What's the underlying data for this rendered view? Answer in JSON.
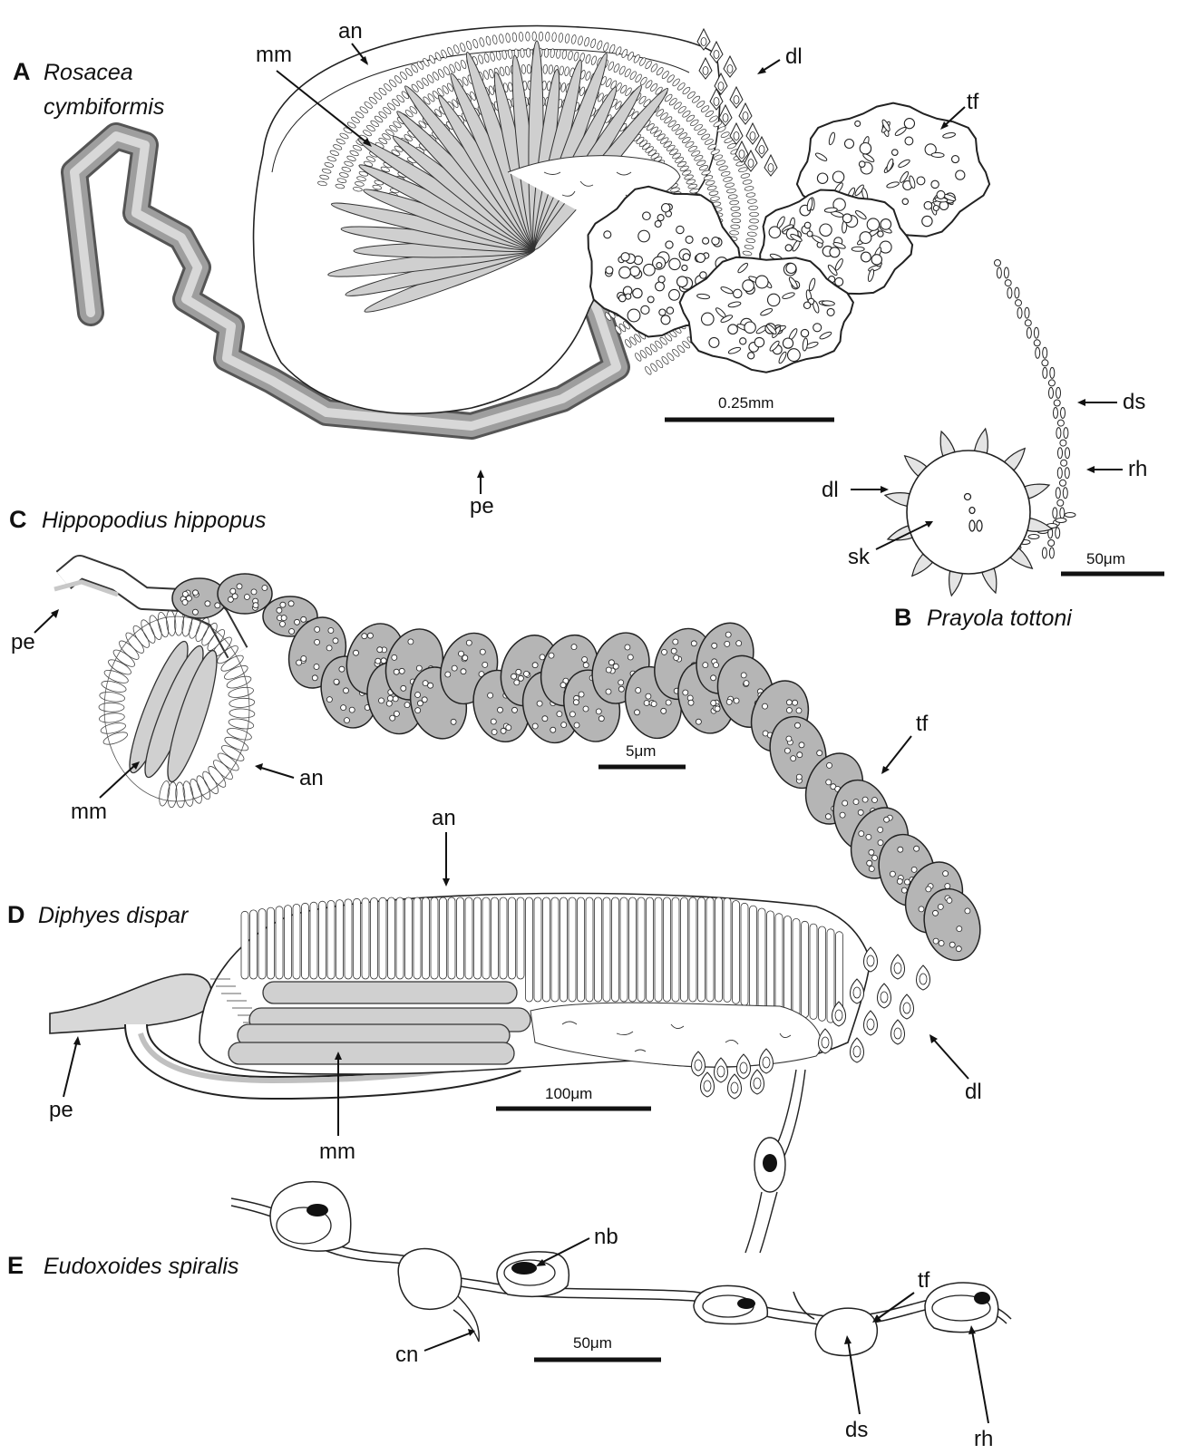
{
  "panels": [
    {
      "letter": "A",
      "species": "Rosacea",
      "species_line2": "cymbiformis"
    },
    {
      "letter": "B",
      "species": "Prayola tottoni"
    },
    {
      "letter": "C",
      "species": "Hippopodius hippopus"
    },
    {
      "letter": "D",
      "species": "Diphyes dispar"
    },
    {
      "letter": "E",
      "species": "Eudoxoides spiralis"
    }
  ],
  "labels": {
    "a_an": "an",
    "a_mm": "mm",
    "a_dl": "dl",
    "a_tf": "tf",
    "a_pe": "pe",
    "b_ds": "ds",
    "b_rh": "rh",
    "b_dl": "dl",
    "b_sk": "sk",
    "c_pe": "pe",
    "c_mm": "mm",
    "c_an": "an",
    "c_tf": "tf",
    "d_an": "an",
    "d_pe": "pe",
    "d_mm": "mm",
    "d_dl": "dl",
    "e_nb": "nb",
    "e_tf": "tf",
    "e_cn": "cn",
    "e_ds": "ds",
    "e_rh": "rh"
  },
  "scale_bars": {
    "a": "0.25mm",
    "b": "50μm",
    "c": "5μm",
    "d": "100μm",
    "e": "50μm"
  },
  "colors": {
    "ink": "#111111",
    "fill_light": "#d9d9d9",
    "fill_mid": "#a8a8a8",
    "fill_dark": "#8a8a8a"
  }
}
